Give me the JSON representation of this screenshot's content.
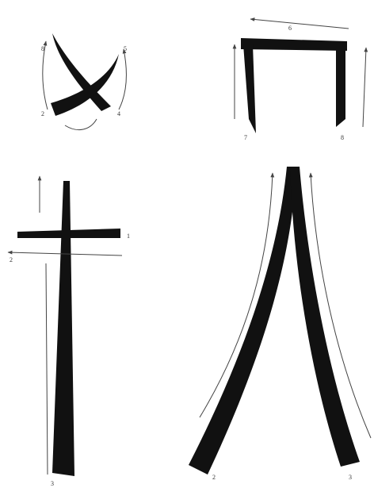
{
  "figure": {
    "panels": [
      {
        "id": "crossed-strokes",
        "labels": [
          "8",
          "2",
          "4",
          "5"
        ]
      },
      {
        "id": "frame-strokes",
        "labels": [
          "6",
          "7",
          "8"
        ]
      },
      {
        "id": "cross-strokes",
        "labels": [
          "1",
          "2",
          "3"
        ]
      },
      {
        "id": "person-strokes",
        "labels": [
          "2",
          "3"
        ]
      }
    ],
    "colors": {
      "ink": "#111111",
      "guide": "#444444",
      "background": "#ffffff"
    }
  }
}
